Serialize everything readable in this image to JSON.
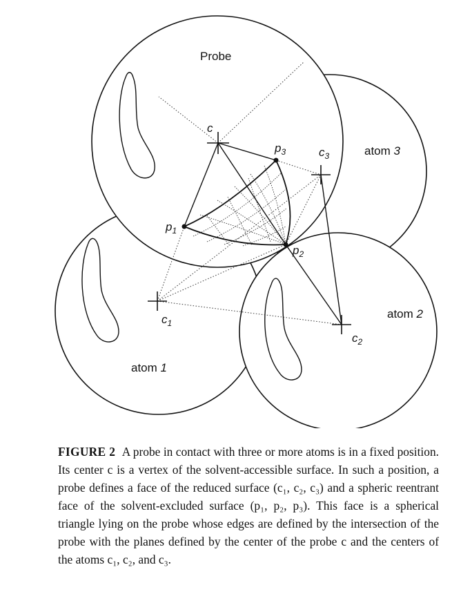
{
  "figure": {
    "labels": {
      "probe": "Probe",
      "atom3_word": "atom",
      "atom3_num": "3",
      "atom2_word": "atom",
      "atom2_num": "2",
      "atom1_word": "atom",
      "atom1_num": "1",
      "c": "c",
      "c1": "c",
      "c1_sub": "1",
      "c2": "c",
      "c2_sub": "2",
      "c3": "c",
      "c3_sub": "3",
      "p1": "p",
      "p1_sub": "1",
      "p2": "p",
      "p2_sub": "2",
      "p3": "p",
      "p3_sub": "3"
    }
  },
  "caption": {
    "label": "FIGURE 2",
    "text": "A probe in contact with three or more atoms is in a fixed position. Its center c is a vertex of the solvent-accessible surface. In such a position, a probe defines a face of the reduced surface (c₁, c₂, c₃) and a spheric reentrant face of the solvent-excluded surface (p₁, p₂, p₃). This face is a spherical triangle lying on the probe whose edges are defined by the intersection of the probe with the planes defined by the center of the probe c and the centers of the atoms c₁, c₂, and c₃."
  }
}
